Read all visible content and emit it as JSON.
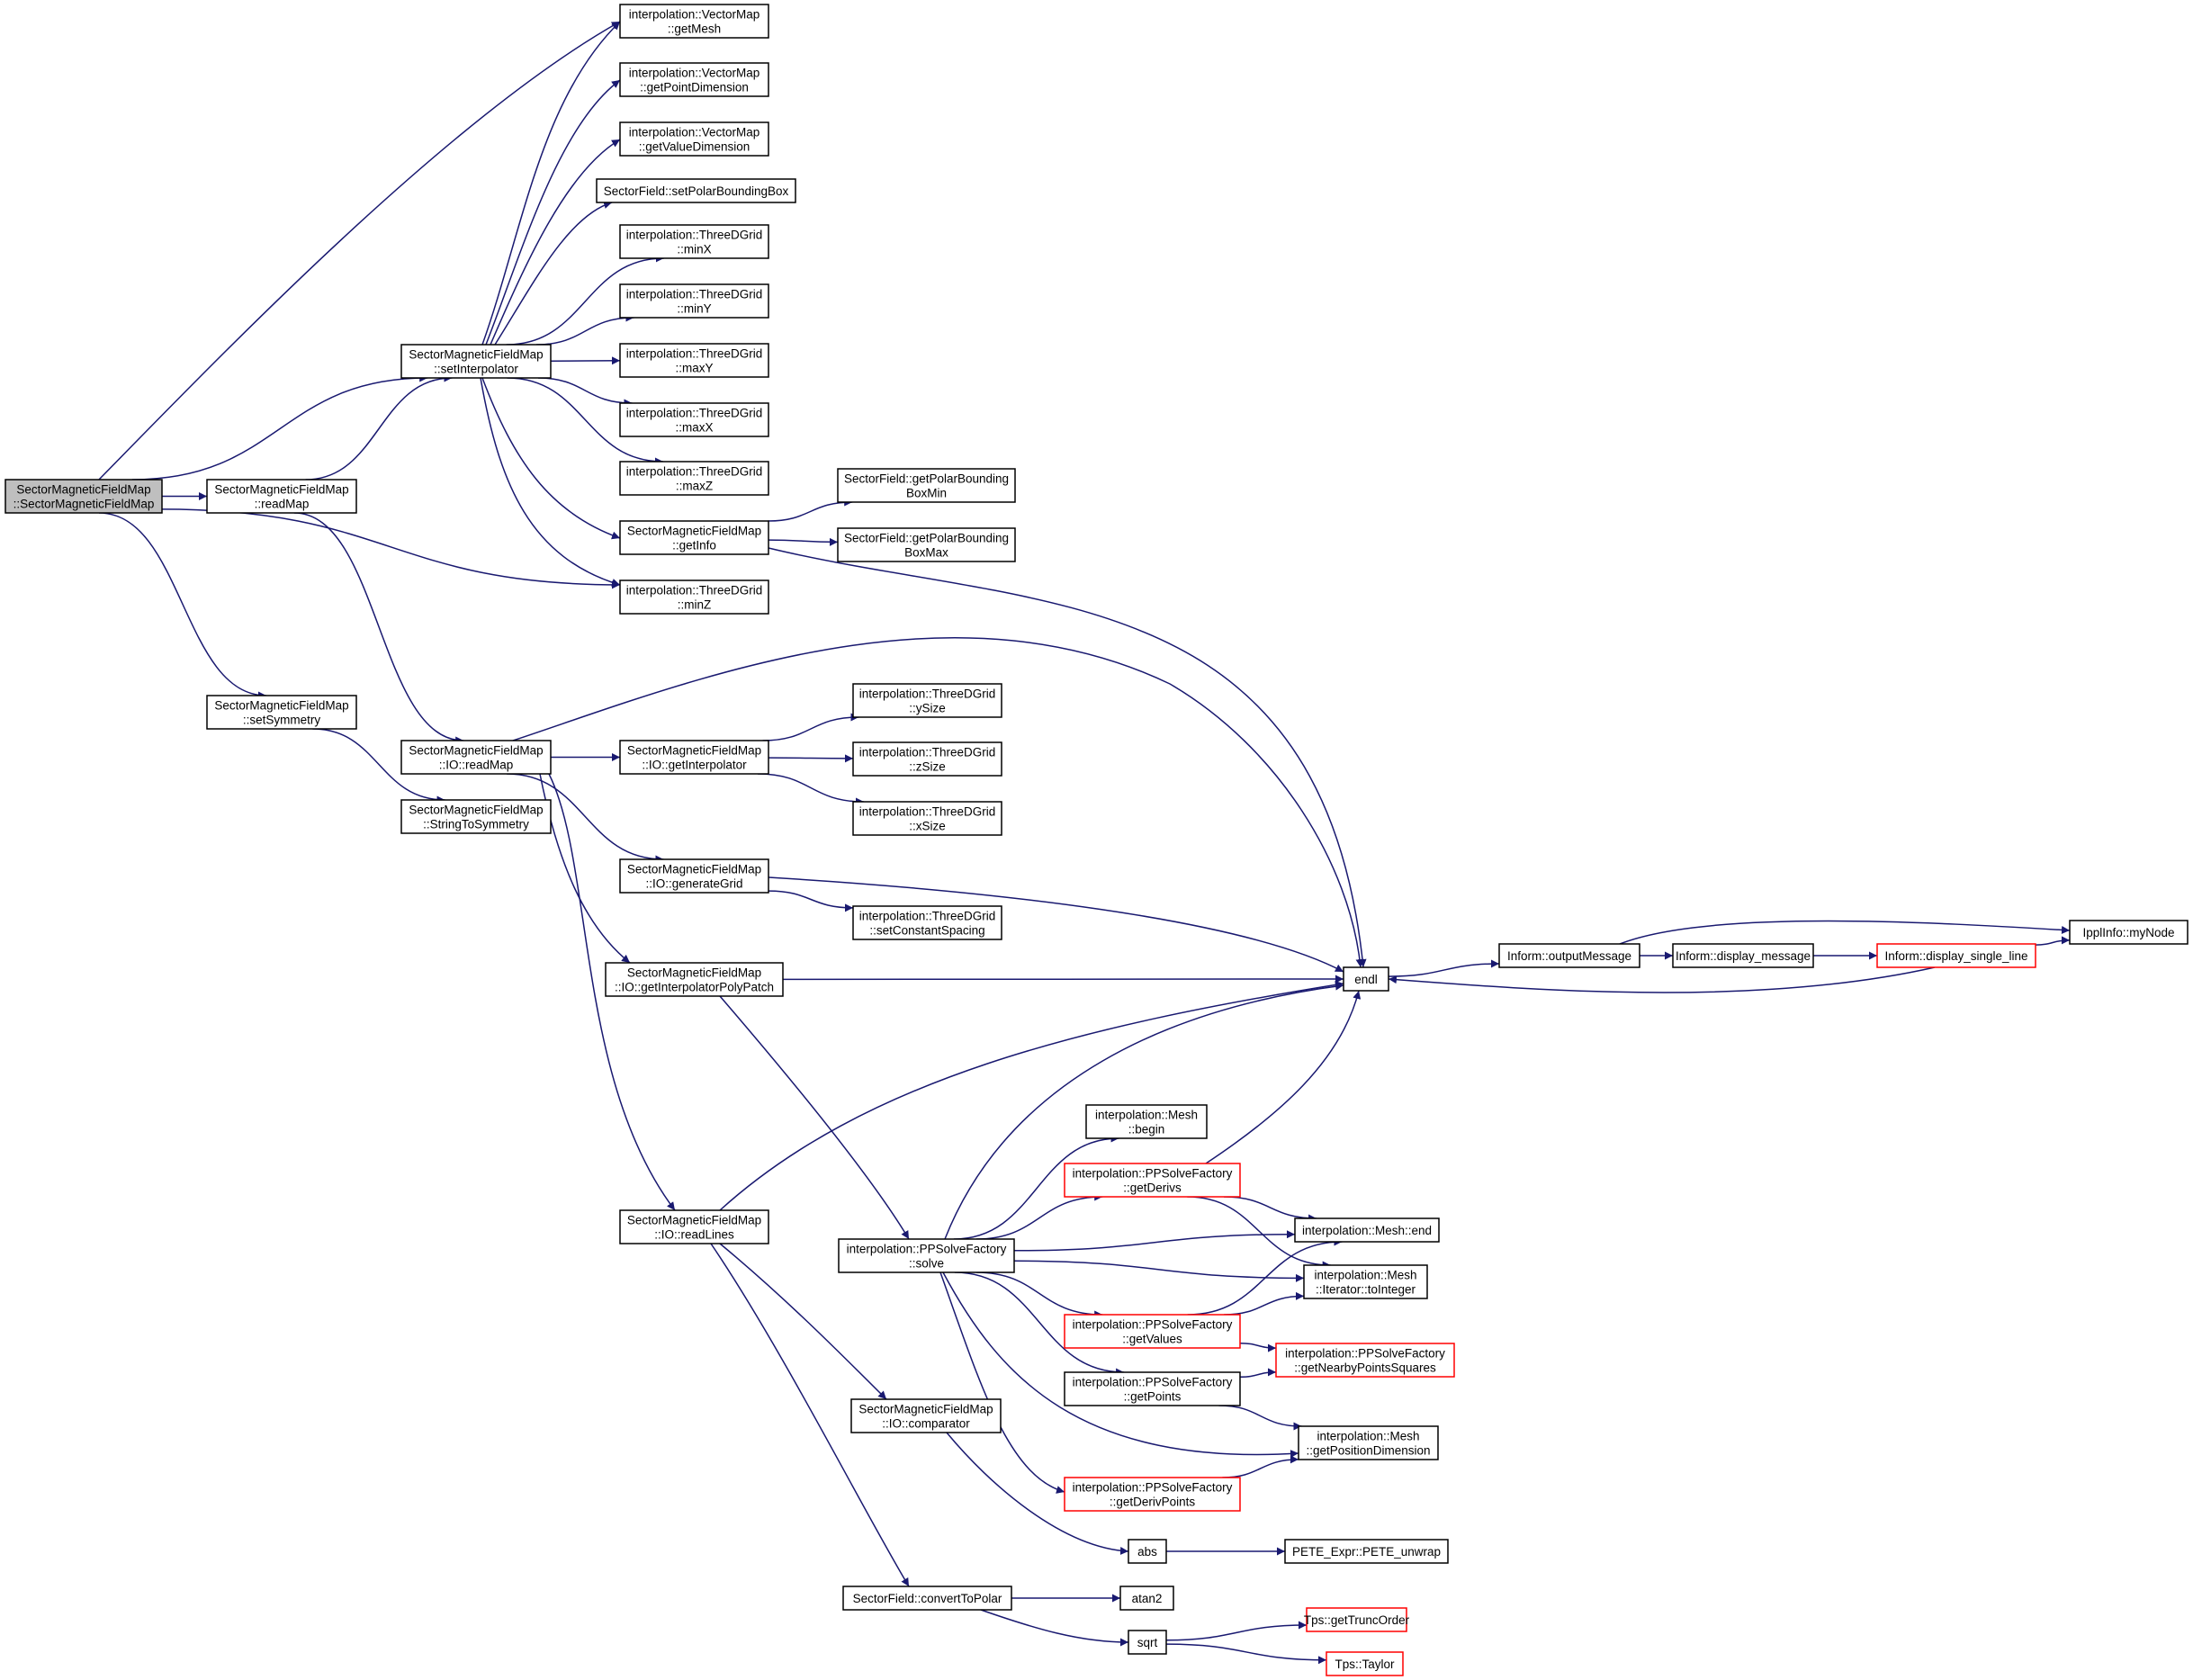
{
  "colors": {
    "edge": "#191970",
    "node_border": "#000000",
    "node_fill": "#ffffff",
    "root_fill": "#bfbfbf",
    "truncated_border": "#ff0000"
  },
  "nodes": [
    {
      "id": "root",
      "lines": [
        "SectorMagneticFieldMap",
        "::SectorMagneticFieldMap"
      ],
      "kind": "root"
    },
    {
      "id": "setInterpolator",
      "lines": [
        "SectorMagneticFieldMap",
        "::setInterpolator"
      ],
      "kind": "normal"
    },
    {
      "id": "readMap",
      "lines": [
        "SectorMagneticFieldMap",
        "::readMap"
      ],
      "kind": "normal"
    },
    {
      "id": "setSymmetry",
      "lines": [
        "SectorMagneticFieldMap",
        "::setSymmetry"
      ],
      "kind": "normal"
    },
    {
      "id": "ioReadMap",
      "lines": [
        "SectorMagneticFieldMap",
        "::IO::readMap"
      ],
      "kind": "normal"
    },
    {
      "id": "stringToSymmetry",
      "lines": [
        "SectorMagneticFieldMap",
        "::StringToSymmetry"
      ],
      "kind": "normal"
    },
    {
      "id": "getMesh",
      "lines": [
        "interpolation::VectorMap",
        "::getMesh"
      ],
      "kind": "normal"
    },
    {
      "id": "getPointDimension",
      "lines": [
        "interpolation::VectorMap",
        "::getPointDimension"
      ],
      "kind": "normal"
    },
    {
      "id": "getValueDimension",
      "lines": [
        "interpolation::VectorMap",
        "::getValueDimension"
      ],
      "kind": "normal"
    },
    {
      "id": "setPolarBoundingBox",
      "lines": [
        "SectorField::setPolarBoundingBox"
      ],
      "kind": "normal"
    },
    {
      "id": "minX",
      "lines": [
        "interpolation::ThreeDGrid",
        "::minX"
      ],
      "kind": "normal"
    },
    {
      "id": "minY",
      "lines": [
        "interpolation::ThreeDGrid",
        "::minY"
      ],
      "kind": "normal"
    },
    {
      "id": "maxY",
      "lines": [
        "interpolation::ThreeDGrid",
        "::maxY"
      ],
      "kind": "normal"
    },
    {
      "id": "maxX",
      "lines": [
        "interpolation::ThreeDGrid",
        "::maxX"
      ],
      "kind": "normal"
    },
    {
      "id": "maxZ",
      "lines": [
        "interpolation::ThreeDGrid",
        "::maxZ"
      ],
      "kind": "normal"
    },
    {
      "id": "getInfo",
      "lines": [
        "SectorMagneticFieldMap",
        "::getInfo"
      ],
      "kind": "normal"
    },
    {
      "id": "minZ",
      "lines": [
        "interpolation::ThreeDGrid",
        "::minZ"
      ],
      "kind": "normal"
    },
    {
      "id": "bbMin",
      "lines": [
        "SectorField::getPolarBounding",
        "BoxMin"
      ],
      "kind": "normal"
    },
    {
      "id": "bbMax",
      "lines": [
        "SectorField::getPolarBounding",
        "BoxMax"
      ],
      "kind": "normal"
    },
    {
      "id": "ioGetInterpolator",
      "lines": [
        "SectorMagneticFieldMap",
        "::IO::getInterpolator"
      ],
      "kind": "normal"
    },
    {
      "id": "ySize",
      "lines": [
        "interpolation::ThreeDGrid",
        "::ySize"
      ],
      "kind": "normal"
    },
    {
      "id": "zSize",
      "lines": [
        "interpolation::ThreeDGrid",
        "::zSize"
      ],
      "kind": "normal"
    },
    {
      "id": "xSize",
      "lines": [
        "interpolation::ThreeDGrid",
        "::xSize"
      ],
      "kind": "normal"
    },
    {
      "id": "generateGrid",
      "lines": [
        "SectorMagneticFieldMap",
        "::IO::generateGrid"
      ],
      "kind": "normal"
    },
    {
      "id": "setConstantSpacing",
      "lines": [
        "interpolation::ThreeDGrid",
        "::setConstantSpacing"
      ],
      "kind": "normal"
    },
    {
      "id": "polyPatch",
      "lines": [
        "SectorMagneticFieldMap",
        "::IO::getInterpolatorPolyPatch"
      ],
      "kind": "normal"
    },
    {
      "id": "endl",
      "lines": [
        "endl"
      ],
      "kind": "normal"
    },
    {
      "id": "outputMessage",
      "lines": [
        "Inform::outputMessage"
      ],
      "kind": "normal"
    },
    {
      "id": "displayMessage",
      "lines": [
        "Inform::display_message"
      ],
      "kind": "normal"
    },
    {
      "id": "displaySingleLine",
      "lines": [
        "Inform::display_single_line"
      ],
      "kind": "truncated"
    },
    {
      "id": "myNode",
      "lines": [
        "IpplInfo::myNode"
      ],
      "kind": "normal"
    },
    {
      "id": "readLines",
      "lines": [
        "SectorMagneticFieldMap",
        "::IO::readLines"
      ],
      "kind": "normal"
    },
    {
      "id": "solve",
      "lines": [
        "interpolation::PPSolveFactory",
        "::solve"
      ],
      "kind": "normal"
    },
    {
      "id": "meshBegin",
      "lines": [
        "interpolation::Mesh",
        "::begin"
      ],
      "kind": "normal"
    },
    {
      "id": "getDerivs",
      "lines": [
        "interpolation::PPSolveFactory",
        "::getDerivs"
      ],
      "kind": "truncated"
    },
    {
      "id": "meshEnd",
      "lines": [
        "interpolation::Mesh::end"
      ],
      "kind": "normal"
    },
    {
      "id": "toInteger",
      "lines": [
        "interpolation::Mesh",
        "::Iterator::toInteger"
      ],
      "kind": "normal"
    },
    {
      "id": "getValues",
      "lines": [
        "interpolation::PPSolveFactory",
        "::getValues"
      ],
      "kind": "truncated"
    },
    {
      "id": "nearbySquares",
      "lines": [
        "interpolation::PPSolveFactory",
        "::getNearbyPointsSquares"
      ],
      "kind": "truncated"
    },
    {
      "id": "getPoints",
      "lines": [
        "interpolation::PPSolveFactory",
        "::getPoints"
      ],
      "kind": "normal"
    },
    {
      "id": "positionDimension",
      "lines": [
        "interpolation::Mesh",
        "::getPositionDimension"
      ],
      "kind": "normal"
    },
    {
      "id": "comparator",
      "lines": [
        "SectorMagneticFieldMap",
        "::IO::comparator"
      ],
      "kind": "normal"
    },
    {
      "id": "getDerivPoints",
      "lines": [
        "interpolation::PPSolveFactory",
        "::getDerivPoints"
      ],
      "kind": "truncated"
    },
    {
      "id": "abs",
      "lines": [
        "abs"
      ],
      "kind": "normal"
    },
    {
      "id": "peteUnwrap",
      "lines": [
        "PETE_Expr::PETE_unwrap"
      ],
      "kind": "normal"
    },
    {
      "id": "convertToPolar",
      "lines": [
        "SectorField::convertToPolar"
      ],
      "kind": "normal"
    },
    {
      "id": "atan2",
      "lines": [
        "atan2"
      ],
      "kind": "normal"
    },
    {
      "id": "sqrt",
      "lines": [
        "sqrt"
      ],
      "kind": "normal"
    },
    {
      "id": "getTruncOrder",
      "lines": [
        "Tps::getTruncOrder"
      ],
      "kind": "truncated"
    },
    {
      "id": "taylor",
      "lines": [
        "Tps::Taylor"
      ],
      "kind": "truncated"
    }
  ],
  "edges": [
    [
      "root",
      "getMesh"
    ],
    [
      "root",
      "setInterpolator"
    ],
    [
      "root",
      "readMap"
    ],
    [
      "root",
      "minZ"
    ],
    [
      "root",
      "setSymmetry"
    ],
    [
      "readMap",
      "setInterpolator"
    ],
    [
      "readMap",
      "ioReadMap"
    ],
    [
      "setInterpolator",
      "getMesh"
    ],
    [
      "setInterpolator",
      "getPointDimension"
    ],
    [
      "setInterpolator",
      "getValueDimension"
    ],
    [
      "setInterpolator",
      "setPolarBoundingBox"
    ],
    [
      "setInterpolator",
      "minX"
    ],
    [
      "setInterpolator",
      "minY"
    ],
    [
      "setInterpolator",
      "maxY"
    ],
    [
      "setInterpolator",
      "maxX"
    ],
    [
      "setInterpolator",
      "maxZ"
    ],
    [
      "setInterpolator",
      "getInfo"
    ],
    [
      "setInterpolator",
      "minZ"
    ],
    [
      "getInfo",
      "bbMin"
    ],
    [
      "getInfo",
      "bbMax"
    ],
    [
      "getInfo",
      "endl"
    ],
    [
      "setSymmetry",
      "stringToSymmetry"
    ],
    [
      "ioReadMap",
      "endl"
    ],
    [
      "ioReadMap",
      "ioGetInterpolator"
    ],
    [
      "ioReadMap",
      "generateGrid"
    ],
    [
      "ioReadMap",
      "polyPatch"
    ],
    [
      "ioReadMap",
      "readLines"
    ],
    [
      "ioGetInterpolator",
      "ySize"
    ],
    [
      "ioGetInterpolator",
      "zSize"
    ],
    [
      "ioGetInterpolator",
      "xSize"
    ],
    [
      "generateGrid",
      "endl"
    ],
    [
      "generateGrid",
      "setConstantSpacing"
    ],
    [
      "polyPatch",
      "endl"
    ],
    [
      "polyPatch",
      "solve"
    ],
    [
      "endl",
      "outputMessage"
    ],
    [
      "outputMessage",
      "displayMessage"
    ],
    [
      "outputMessage",
      "myNode"
    ],
    [
      "displayMessage",
      "displaySingleLine"
    ],
    [
      "displaySingleLine",
      "myNode"
    ],
    [
      "displaySingleLine",
      "endl"
    ],
    [
      "readLines",
      "endl"
    ],
    [
      "readLines",
      "comparator"
    ],
    [
      "readLines",
      "convertToPolar"
    ],
    [
      "solve",
      "endl"
    ],
    [
      "solve",
      "meshBegin"
    ],
    [
      "solve",
      "getDerivs"
    ],
    [
      "solve",
      "meshEnd"
    ],
    [
      "solve",
      "toInteger"
    ],
    [
      "solve",
      "getValues"
    ],
    [
      "solve",
      "getPoints"
    ],
    [
      "solve",
      "positionDimension"
    ],
    [
      "solve",
      "getDerivPoints"
    ],
    [
      "getDerivs",
      "endl"
    ],
    [
      "getDerivs",
      "meshEnd"
    ],
    [
      "getDerivs",
      "toInteger"
    ],
    [
      "getValues",
      "meshEnd"
    ],
    [
      "getValues",
      "toInteger"
    ],
    [
      "getValues",
      "nearbySquares"
    ],
    [
      "getPoints",
      "nearbySquares"
    ],
    [
      "getPoints",
      "positionDimension"
    ],
    [
      "getDerivPoints",
      "positionDimension"
    ],
    [
      "comparator",
      "abs"
    ],
    [
      "abs",
      "peteUnwrap"
    ],
    [
      "convertToPolar",
      "atan2"
    ],
    [
      "convertToPolar",
      "sqrt"
    ],
    [
      "sqrt",
      "getTruncOrder"
    ],
    [
      "sqrt",
      "taylor"
    ]
  ]
}
